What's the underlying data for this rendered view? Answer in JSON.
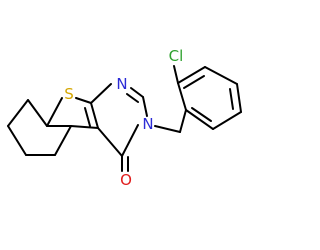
{
  "molecule": {
    "atoms": {
      "S": {
        "text": "S",
        "color": "#d4a600"
      },
      "N1": {
        "text": "N",
        "color": "#2b2bd6"
      },
      "N3": {
        "text": "N",
        "color": "#2b2bd6"
      },
      "O": {
        "text": "O",
        "color": "#e01b1b"
      },
      "Cl": {
        "text": "Cl",
        "color": "#2ea12e"
      }
    }
  }
}
